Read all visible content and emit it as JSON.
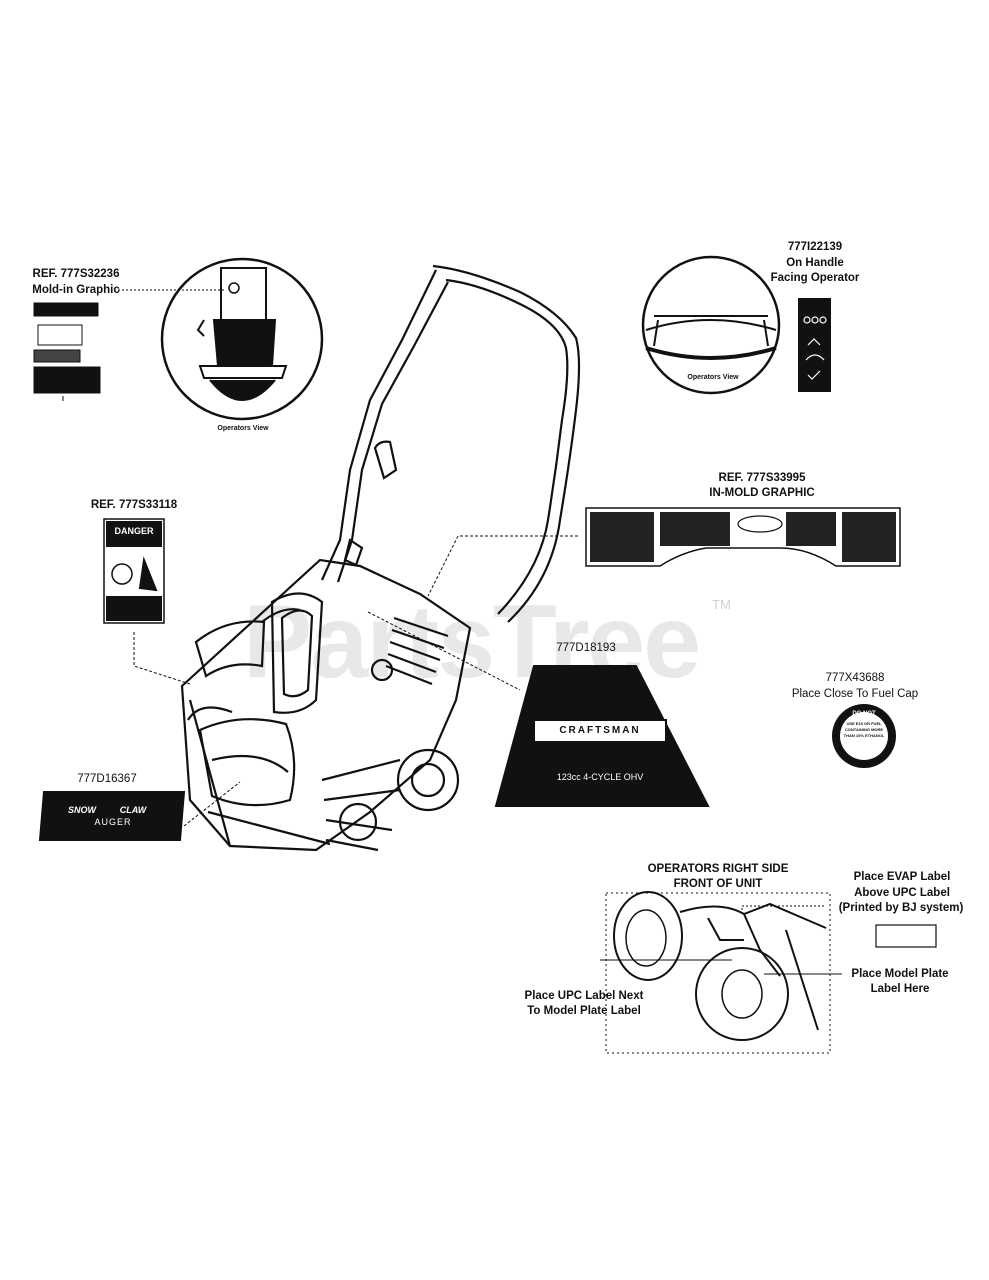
{
  "watermark": {
    "text": "PartsTree",
    "mark": "TM"
  },
  "callouts": {
    "mold_in": {
      "ref": "REF. 777S32236",
      "desc": "Mold-in Graphic",
      "view_caption": "Operators View"
    },
    "handle": {
      "part": "777I22139",
      "line1": "On Handle",
      "line2": "Facing Operator",
      "view_caption": "Operators View"
    },
    "in_mold": {
      "ref": "REF. 777S33995",
      "desc": "IN-MOLD GRAPHIC"
    },
    "danger_decal": {
      "ref": "REF. 777S33118",
      "header": "DANGER"
    },
    "engine_panel": {
      "part": "777D18193",
      "brand": "CRAFTSMAN",
      "engine": "123cc 4-CYCLE OHV"
    },
    "fuel_cap": {
      "part": "777X43688",
      "desc": "Place Close To Fuel Cap",
      "badge_line1": "DO NOT",
      "badge_line2": "USE E15 OR FUEL",
      "badge_line3": "CONTAINING MORE",
      "badge_line4": "THAN 10% ETHANOL"
    },
    "auger": {
      "part": "777D16367",
      "line1": "SNOW",
      "line2": "CLAW",
      "line3": "AUGER"
    },
    "right_side": {
      "title1": "OPERATORS RIGHT SIDE",
      "title2": "FRONT OF UNIT"
    },
    "evap": {
      "line1": "Place EVAP Label",
      "line2": "Above UPC Label",
      "line3": "(Printed by BJ system)"
    },
    "model_plate": {
      "line1": "Place Model Plate",
      "line2": "Label Here"
    },
    "upc": {
      "line1": "Place UPC Label Next",
      "line2": "To Model Plate Label"
    }
  }
}
